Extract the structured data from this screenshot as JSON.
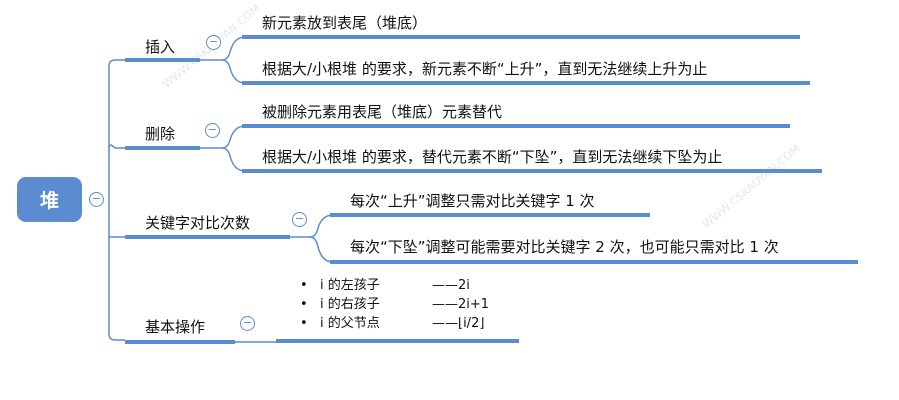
{
  "root": {
    "label": "堆"
  },
  "branches": {
    "insert": {
      "label": "插入",
      "leaves": [
        "新元素放到表尾（堆底）",
        "根据大/小根堆 的要求，新元素不断“上升”，直到无法继续上升为止"
      ]
    },
    "delete": {
      "label": "删除",
      "leaves": [
        "被删除元素用表尾（堆底）元素替代",
        "根据大/小根堆 的要求，替代元素不断“下坠”，直到无法继续下坠为止"
      ]
    },
    "compare": {
      "label": "关键字对比次数",
      "leaves": [
        "每次“上升”调整只需对比关键字 1 次",
        "每次“下坠”调整可能需要对比关键字 2 次，也可能只需对比 1 次"
      ]
    },
    "basic": {
      "label": "基本操作",
      "items": [
        {
          "bullet": "•",
          "name": "i 的左孩子",
          "value": "——2i"
        },
        {
          "bullet": "•",
          "name": "i 的右孩子",
          "value": "——2i+1"
        },
        {
          "bullet": "•",
          "name": "i 的父节点",
          "value": "——⌊i/2⌋"
        }
      ]
    }
  },
  "collapse_symbol": "−",
  "watermark": "WWW.CSKAOYAN.COM",
  "colors": {
    "accent": "#5b8bd0"
  }
}
